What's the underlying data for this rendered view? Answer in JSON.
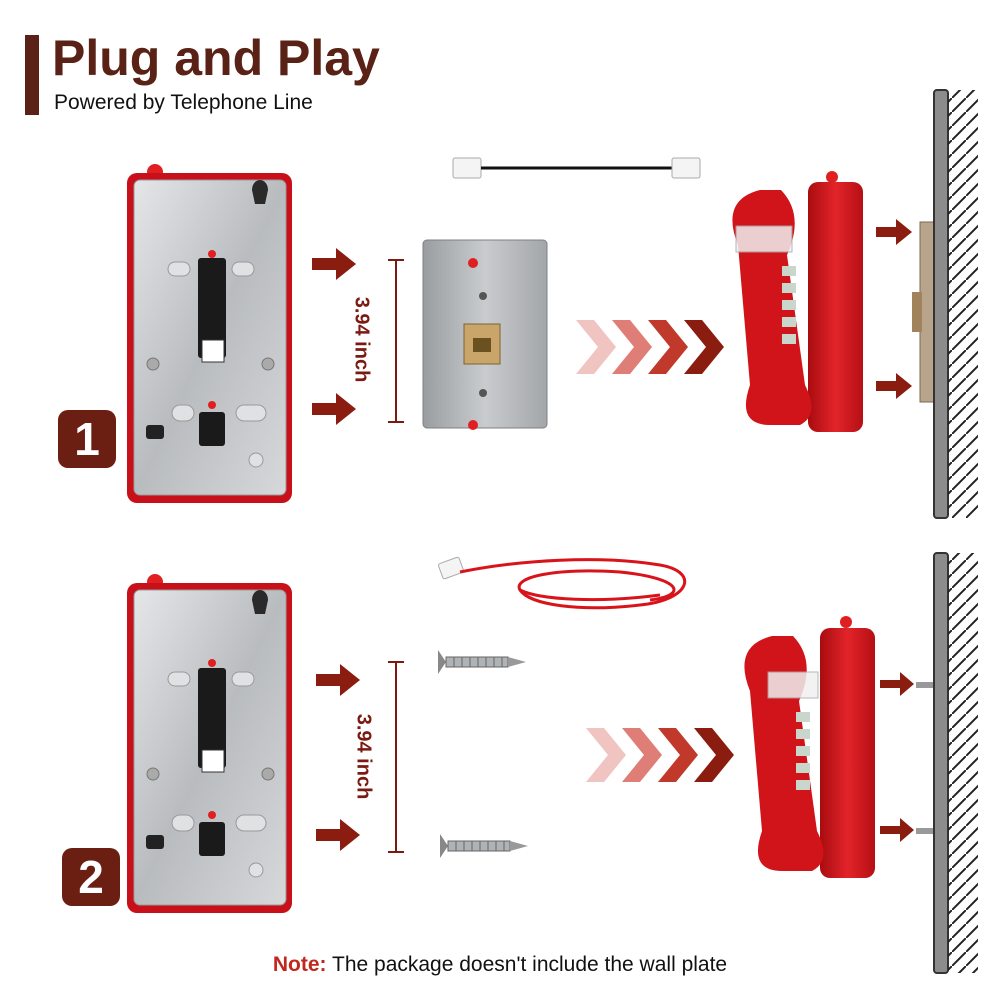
{
  "header": {
    "title": "Plug and Play",
    "subtitle": "Powered by Telephone Line"
  },
  "steps": [
    {
      "number": "1",
      "dimension": "3.94 inch"
    },
    {
      "number": "2",
      "dimension": "3.94 inch"
    }
  ],
  "note": {
    "label": "Note:",
    "text": " The package doesn't include the wall plate"
  },
  "colors": {
    "title_brown": "#5a2216",
    "badge_brown": "#6b1f12",
    "phone_red": "#d0141a",
    "arrow_red": "#8a1c10",
    "note_red": "#c0281c"
  }
}
